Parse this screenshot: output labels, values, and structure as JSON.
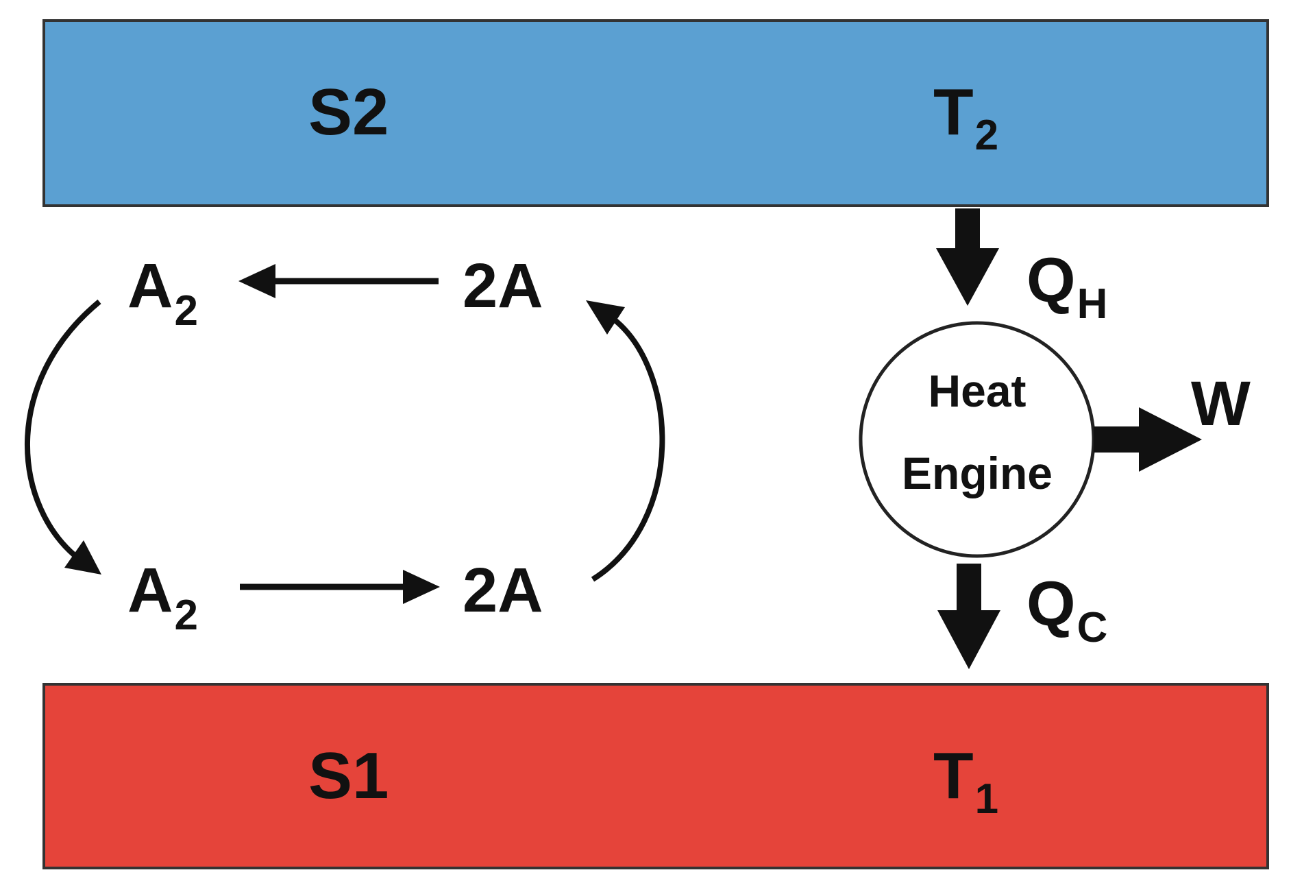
{
  "reservoirs": {
    "top": {
      "label": "S2",
      "temp_main": "T",
      "temp_sub": "2",
      "color": "#5ba0d2"
    },
    "bottom": {
      "label": "S1",
      "temp_main": "T",
      "temp_sub": "1",
      "color": "#e5443a"
    }
  },
  "cycle": {
    "top_left": {
      "main": "A",
      "sub": "2"
    },
    "top_right": {
      "main": "2A"
    },
    "bottom_left": {
      "main": "A",
      "sub": "2"
    },
    "bottom_right": {
      "main": "2A"
    }
  },
  "engine": {
    "line1": "Heat",
    "line2": "Engine",
    "heat_in": {
      "main": "Q",
      "sub": "H"
    },
    "heat_out": {
      "main": "Q",
      "sub": "C"
    },
    "work": "W"
  }
}
